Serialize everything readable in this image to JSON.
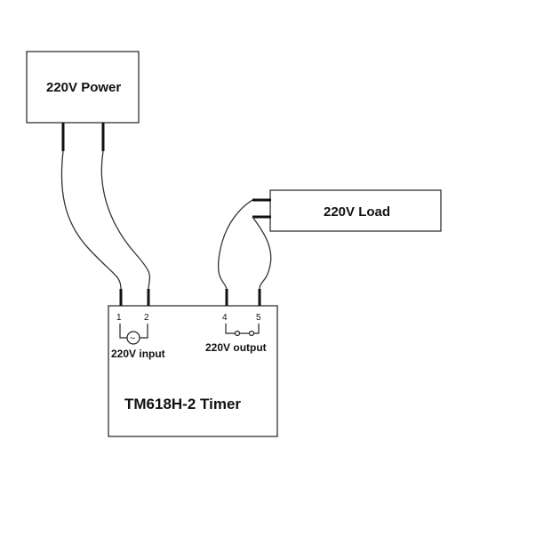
{
  "power": {
    "label": "220V Power"
  },
  "load": {
    "label": "220V Load"
  },
  "timer": {
    "title": "TM618H-2  Timer",
    "input_label": "220V input",
    "output_label": "220V output",
    "pins": [
      "1",
      "2",
      "4",
      "5"
    ],
    "ac_symbol": "~"
  }
}
